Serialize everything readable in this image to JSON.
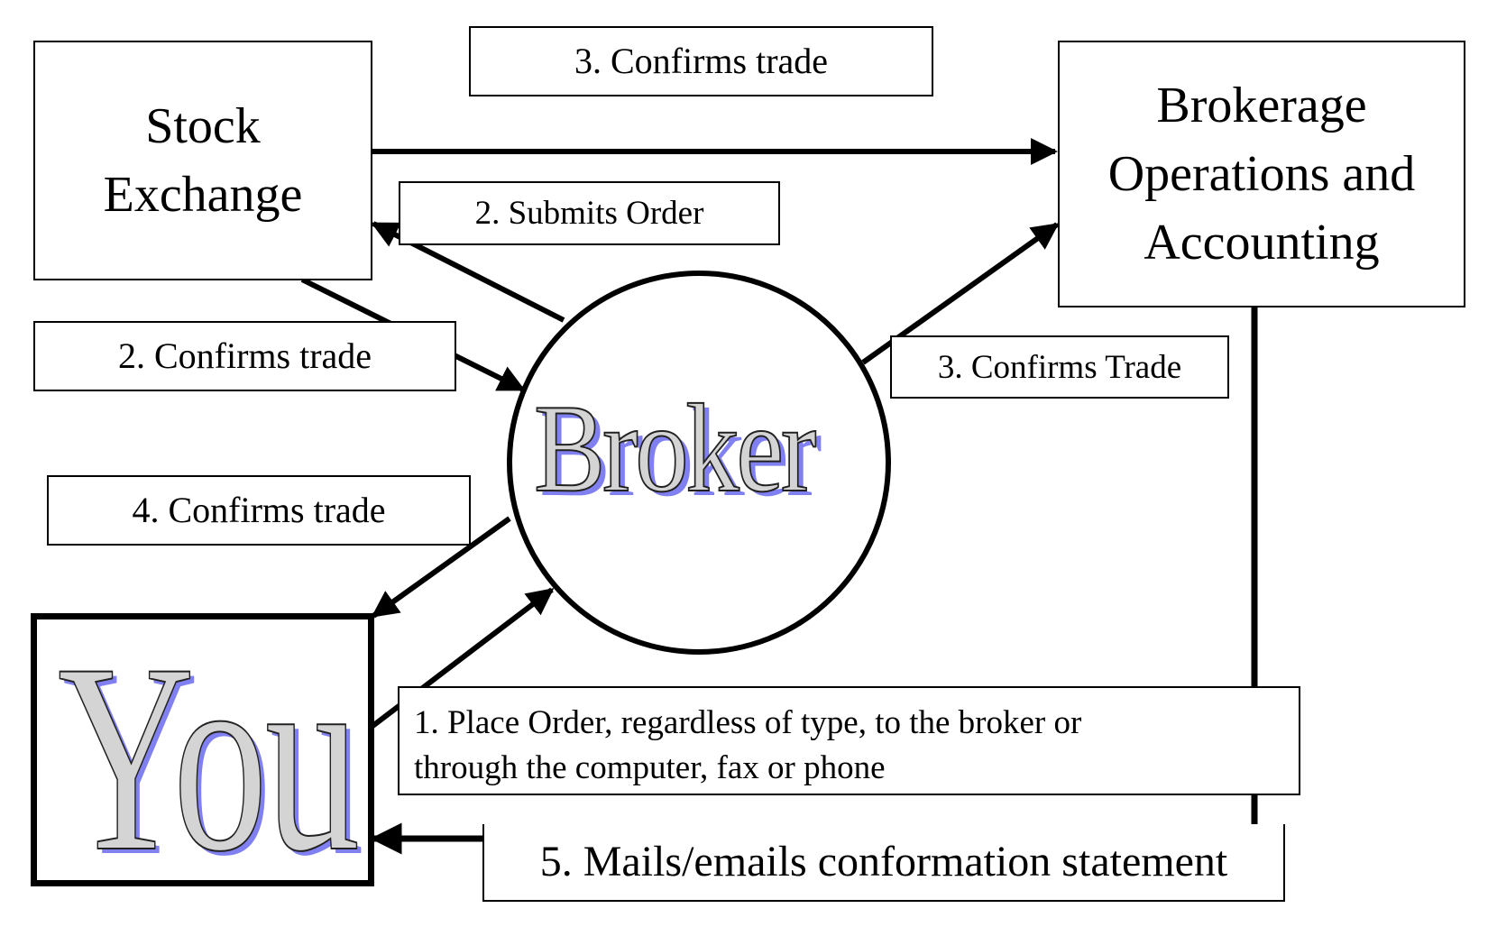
{
  "diagram": {
    "nodes": {
      "stock_exchange": "Stock Exchange",
      "brokerage": {
        "line1": "Brokerage",
        "line2": "Operations and",
        "line3": "Accounting"
      },
      "broker": "Broker",
      "you": "You"
    },
    "labels": {
      "step1": {
        "line1": "1.  Place Order, regardless of type, to the broker or",
        "line2": "through the computer, fax or phone"
      },
      "step2_submits": "2. Submits Order",
      "step2_confirms": "2.  Confirms trade",
      "step3_confirms_top": "3.  Confirms trade",
      "step3_confirms_right": "3.  Confirms Trade",
      "step4_confirms": "4.  Confirms trade",
      "step5_mails": "5. Mails/emails conformation statement"
    },
    "colors": {
      "stroke": "#000000",
      "word_fill": "#d4d4d4",
      "word_shadow": "#8080f0"
    }
  }
}
